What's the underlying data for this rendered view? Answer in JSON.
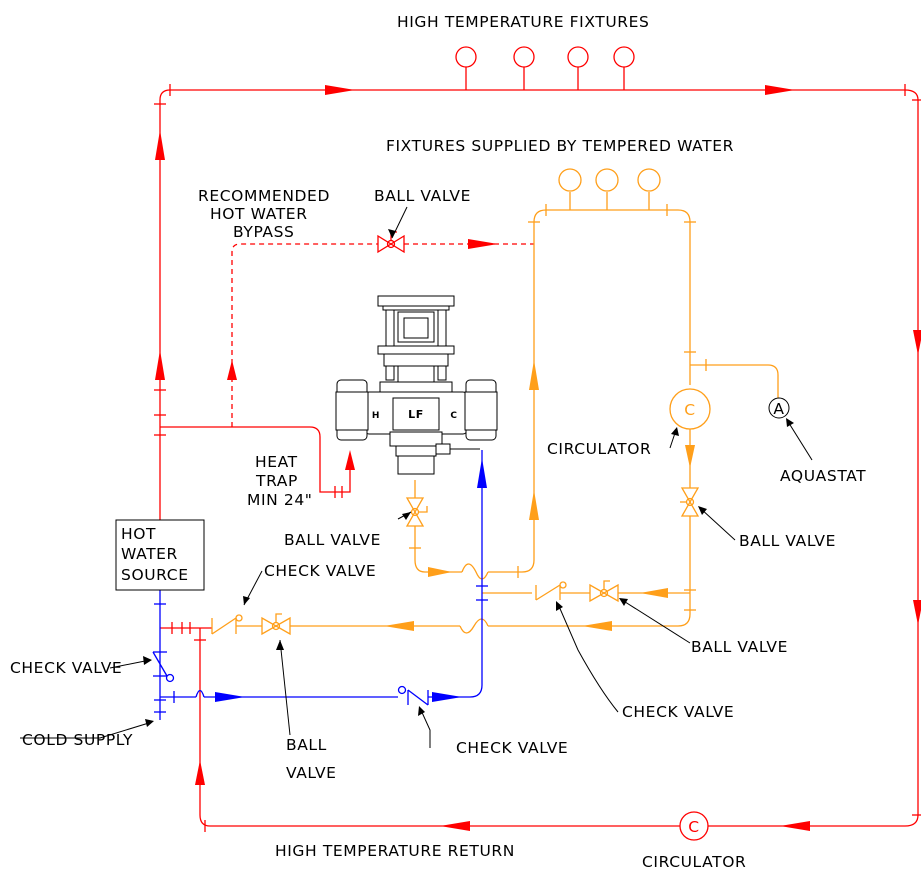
{
  "colors": {
    "high_temp": "#ff0000",
    "tempered": "#ff9f1a",
    "cold": "#0000ff",
    "leader": "#000000"
  },
  "labels": {
    "high_temperature_fixtures": "HIGH TEMPERATURE FIXTURES",
    "fixtures_tempered": "FIXTURES SUPPLIED BY TEMPERED WATER",
    "bypass_line1": "RECOMMENDED",
    "bypass_line2": "HOT WATER",
    "bypass_line3": "BYPASS",
    "ball_valve": "BALL VALVE",
    "ball_valve_2": "BALL VALVE",
    "ball_valve_3": "BALL VALVE",
    "ball_valve_4": "BALL VALVE",
    "ball_valve_5_line1": "BALL",
    "ball_valve_5_line2": "VALVE",
    "check_valve": "CHECK VALVE",
    "check_valve_2": "CHECK VALVE",
    "check_valve_3": "CHECK VALVE",
    "check_valve_4": "CHECK VALVE",
    "heat_trap_line1": "HEAT",
    "heat_trap_line2": "TRAP",
    "heat_trap_line3": "MIN 24\"",
    "circulator": "CIRCULATOR",
    "circulator_2": "CIRCULATOR",
    "circulator_symbol": "C",
    "circulator_symbol_2": "C",
    "aquastat": "AQUASTAT",
    "aquastat_symbol": "A",
    "hot_water_source_line1": "HOT",
    "hot_water_source_line2": "WATER",
    "hot_water_source_line3": "SOURCE",
    "cold_supply": "COLD SUPPLY",
    "high_temperature_return": "HIGH TEMPERATURE RETURN",
    "valve_h": "H",
    "valve_lf": "LF",
    "valve_c": "C"
  }
}
